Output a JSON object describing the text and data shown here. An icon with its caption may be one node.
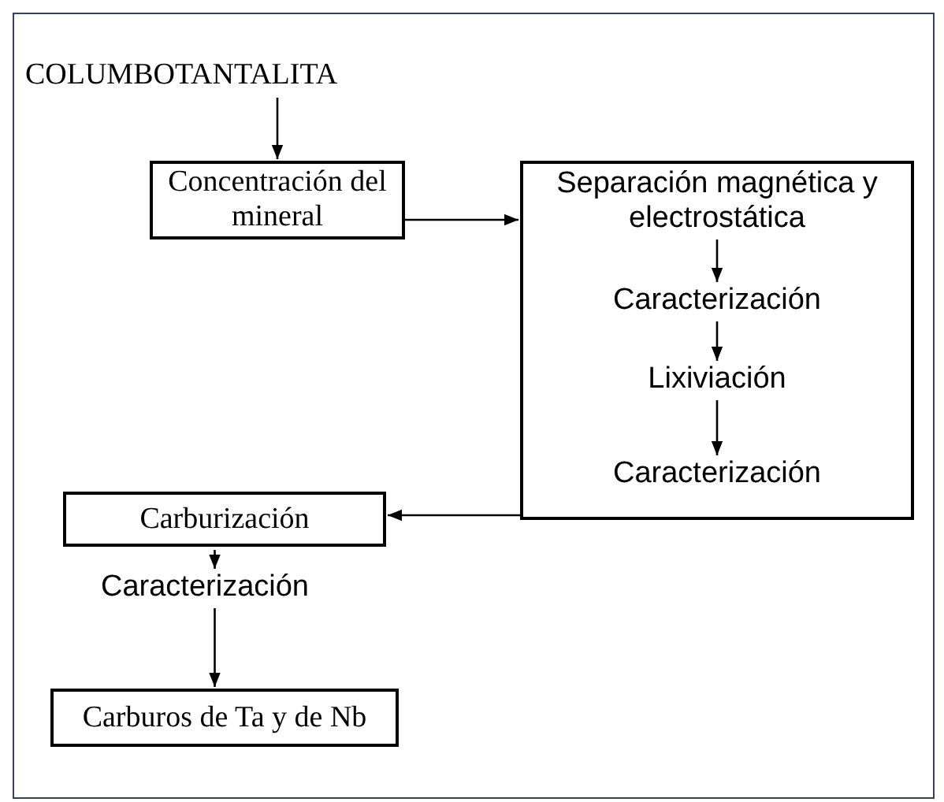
{
  "diagram": {
    "nodes": [
      {
        "text": [
          "COLUMBOTANTALITA"
        ]
      },
      {
        "text": [
          "Concentración del mineral"
        ]
      },
      {
        "text": [],
        "shape": "box"
      },
      {
        "text": [
          "Separación magnética y electrostática"
        ],
        "in": 2
      },
      {
        "text": [
          "Caracterización"
        ],
        "in": 2
      },
      {
        "text": [
          "Lixiviación"
        ],
        "in": 2
      },
      {
        "text": [
          "Caracterización"
        ],
        "in": 2
      },
      {
        "text": [
          "Carburización"
        ]
      },
      {
        "text": [
          "Caracterización"
        ]
      },
      {
        "text": [
          "Carburos de Ta y de Nb"
        ]
      }
    ],
    "edges": [
      {
        "from": 0,
        "to": 1,
        "arrow": "to"
      },
      {
        "from": 1,
        "to": 2,
        "arrow": "to"
      },
      {
        "from": 3,
        "to": 4,
        "arrow": "to"
      },
      {
        "from": 4,
        "to": 5,
        "arrow": "to"
      },
      {
        "from": 5,
        "to": 6,
        "arrow": "to"
      },
      {
        "from": 2,
        "to": 7,
        "arrow": "to"
      },
      {
        "from": 7,
        "to": 8,
        "arrow": "to"
      },
      {
        "from": 8,
        "to": 9,
        "arrow": "to"
      }
    ]
  }
}
